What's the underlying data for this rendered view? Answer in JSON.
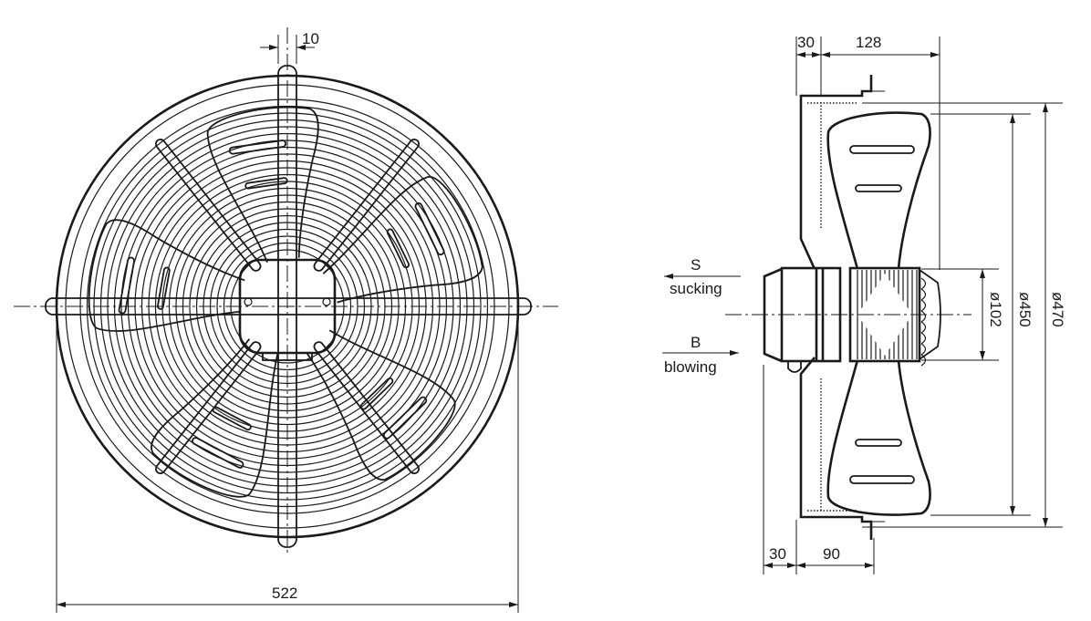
{
  "title": "Axial fan dimension drawing",
  "front_view": {
    "dim_rod_width": "10",
    "dim_outer_width": "522"
  },
  "side_view": {
    "dim_frame_top": "30",
    "dim_depth_top": "128",
    "dim_frame_bottom": "30",
    "dim_depth_bottom": "90",
    "dia_motor": "ø102",
    "dia_blades": "ø450",
    "dia_ring": "ø470"
  },
  "airflow": {
    "sucking_code": "S",
    "sucking_label": "sucking",
    "blowing_code": "B",
    "blowing_label": "blowing"
  }
}
